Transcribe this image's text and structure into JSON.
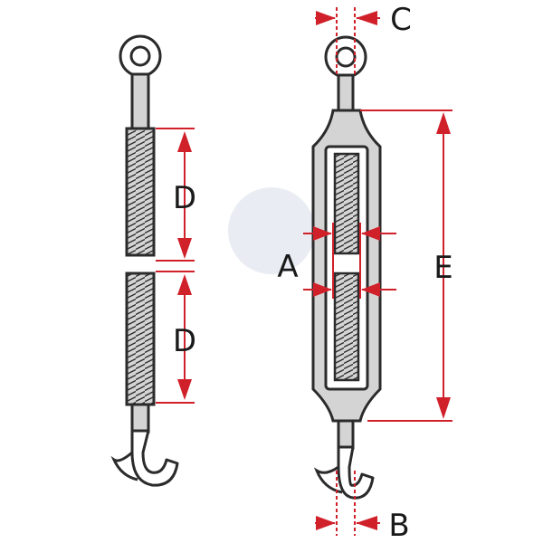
{
  "labels": {
    "D_upper": "D",
    "D_lower": "D",
    "A": "A",
    "C": "C",
    "B": "B",
    "E": "E"
  },
  "colors": {
    "dimension": "#d0202a",
    "outline": "#2b2b2b",
    "fill_gray": "#d4d4d4"
  }
}
